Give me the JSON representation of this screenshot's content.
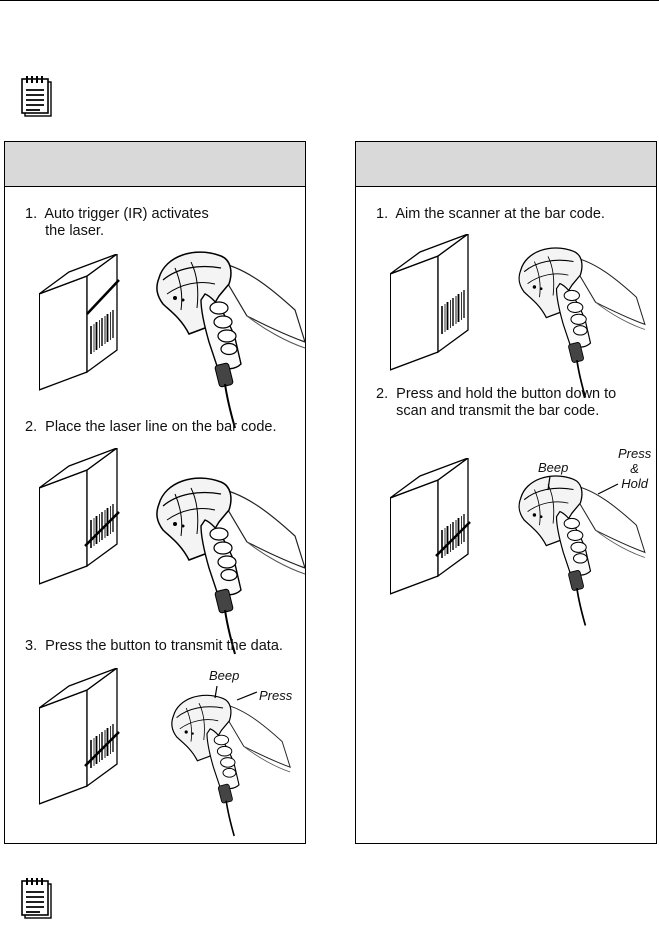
{
  "left_panel": {
    "steps": [
      {
        "text": "1.  Auto trigger (IR) activates\n     the laser."
      },
      {
        "text": "2.  Place the laser line on the bar code."
      },
      {
        "text": "3.  Press the button to transmit the data."
      }
    ],
    "callouts": {
      "beep": "Beep",
      "press": "Press"
    }
  },
  "right_panel": {
    "steps": [
      {
        "text": "1.  Aim the scanner at the bar code."
      },
      {
        "text": "2.  Press and hold the button down to\n     scan and transmit the bar code."
      }
    ],
    "callouts": {
      "beep": "Beep",
      "press_hold": "Press\n&\nHold"
    }
  },
  "icons": [
    "note-icon",
    "note-icon"
  ]
}
